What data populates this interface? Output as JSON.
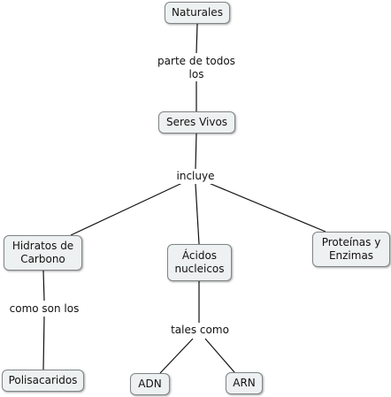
{
  "concepts": {
    "naturales": "Naturales",
    "seres_vivos": "Seres Vivos",
    "hidratos": "Hidratos de Carbono",
    "acidos": "Ácidos nucleicos",
    "proteinas": "Proteínas y Enzimas",
    "polisacaridos": "Polisacaridos",
    "adn": "ADN",
    "arn": "ARN"
  },
  "links": {
    "parte_de": "parte de todos los",
    "incluye": "incluye",
    "como_son": "como son los",
    "tales_como": "tales como"
  }
}
